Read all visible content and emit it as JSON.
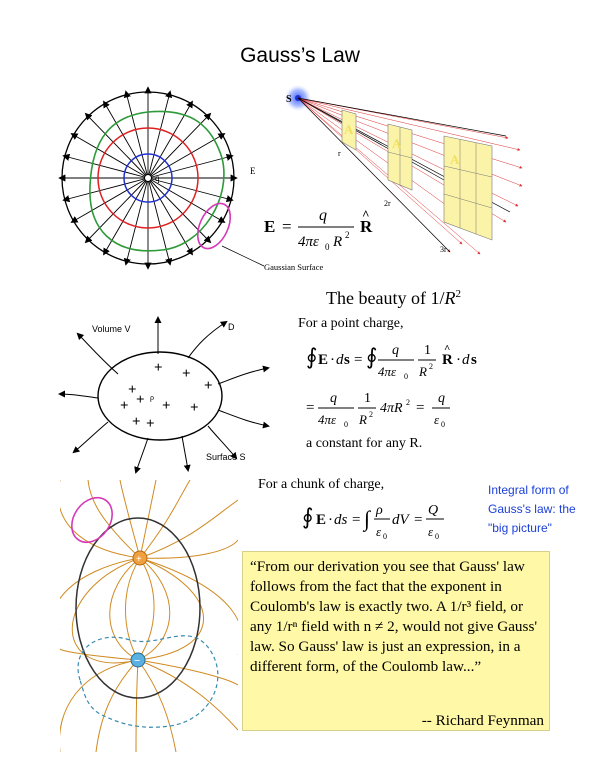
{
  "title": "Gauss’s Law",
  "fig1": {
    "charge_label": "q",
    "field_label": "E",
    "surface_label": "Gaussian Surface"
  },
  "fig2": {
    "source_label": "S",
    "area_label": "A",
    "dist1": "r",
    "dist2": "2r",
    "dist3": "3r"
  },
  "eq_field": {
    "lhs": "E",
    "num": "q",
    "den_coef": "4πε",
    "den_sub": "0",
    "den_r": "R",
    "den_exp": "2",
    "unit": "R"
  },
  "beauty": {
    "text": "The beauty of 1/",
    "var": "R",
    "exp": "2"
  },
  "point_charge_label": "For a point charge,",
  "constant_label": "a constant for any R.",
  "fig3": {
    "volume_label": "Volume V",
    "d_label": "D",
    "rho_label": "ρ",
    "surface_label": "Surface S"
  },
  "chunk_label": "For a chunk of charge,",
  "integral_note": "Integral form of Gauss's law: the \"big picture\"",
  "quote": {
    "text": "“From our derivation you see that Gauss' law follows from the fact that the exponent in Coulomb's law is exactly two. A 1/r³ field, or any 1/rⁿ field with n ≠ 2, would not give Gauss' law. So Gauss' law is just an expression, in a different form, of the Coulomb law...”",
    "author": "-- Richard Feynman"
  },
  "fig4": {
    "plus": "+",
    "minus": "−"
  },
  "colors": {
    "note_blue": "#1a3fd8",
    "quote_bg": "#fff8a6",
    "field_orange": "#d08a22",
    "surface_magenta": "#d63ab8"
  }
}
